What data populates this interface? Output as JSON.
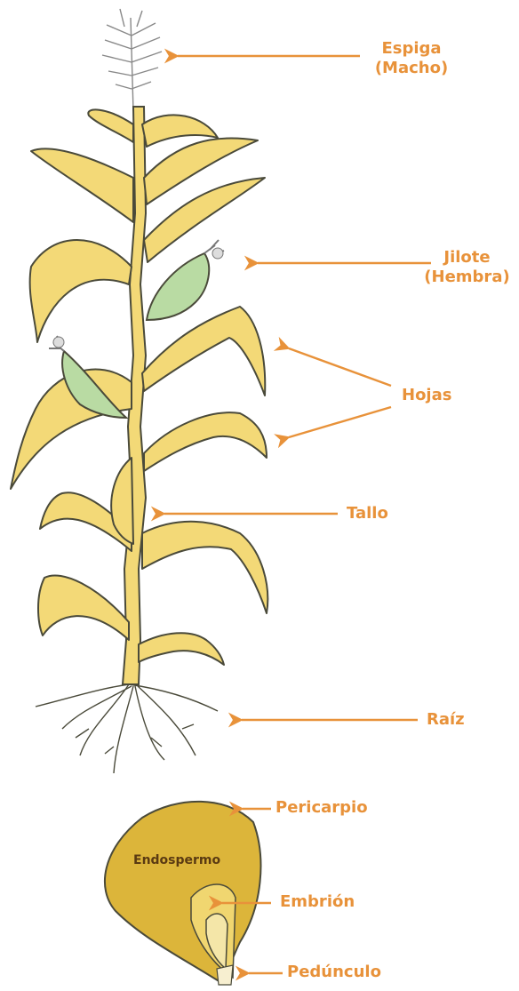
{
  "labels": {
    "espiga": "Espiga",
    "espiga_sub": "(Macho)",
    "jilote": "Jilote",
    "jilote_sub": "(Hembra)",
    "hojas": "Hojas",
    "tallo": "Tallo",
    "raiz": "Raíz",
    "pericarpio": "Pericarpio",
    "endospermo": "Endospermo",
    "embrion": "Embrión",
    "pedunculo": "Pedúnculo"
  },
  "colors": {
    "label": "#e8923a",
    "arrow": "#e8923a",
    "leaf_fill": "#f3d977",
    "leaf_stroke": "#4a4a3a",
    "ear_fill": "#b9dba3",
    "kernel_fill": "#dcb53a",
    "kernel_light": "#f4e6a8"
  }
}
